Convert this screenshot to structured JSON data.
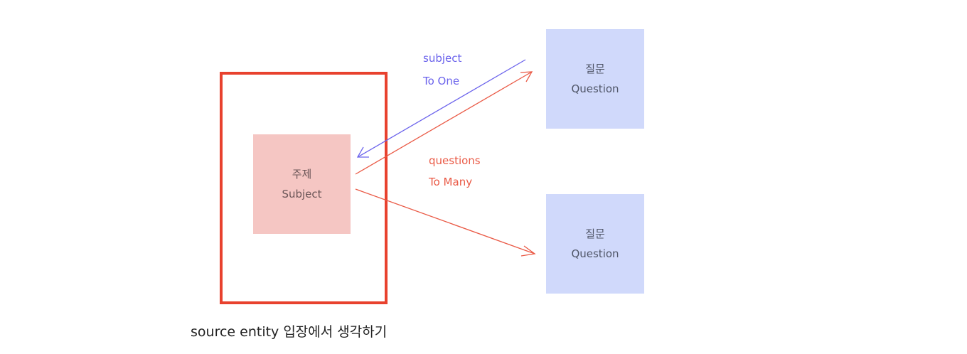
{
  "subject_box": {
    "line1": "주제",
    "line2": "Subject"
  },
  "question_boxes": [
    {
      "line1": "질문",
      "line2": "Question"
    },
    {
      "line1": "질문",
      "line2": "Question"
    }
  ],
  "relation_subject": {
    "field": "subject",
    "cardinality": "To One"
  },
  "relation_questions": {
    "field": "questions",
    "cardinality": "To Many"
  },
  "caption": "source entity 입장에서 생각하기",
  "colors": {
    "frame": "#e8412e",
    "subject_fill": "#f5c6c3",
    "question_fill": "#d0d9fb",
    "to_one_arrow": "#6b63ec",
    "to_many_arrow": "#ea5a46"
  }
}
